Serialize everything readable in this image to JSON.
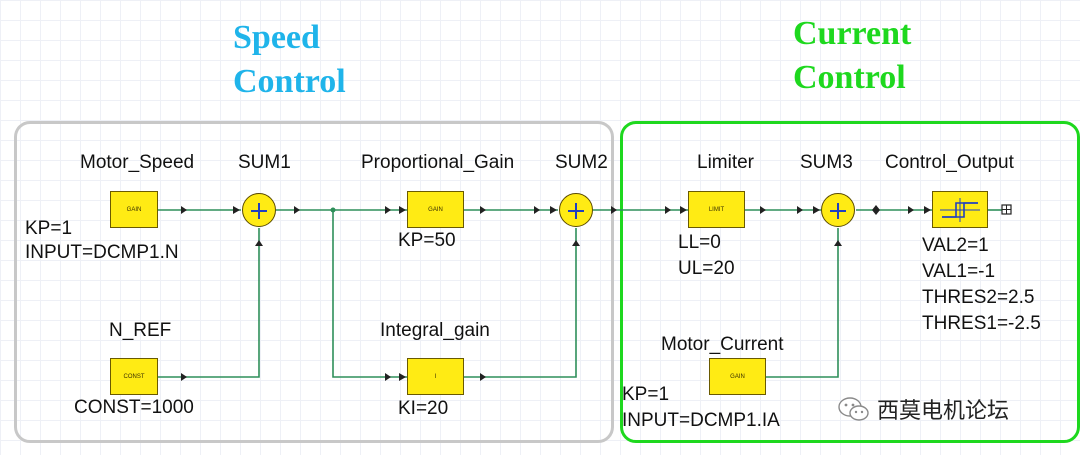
{
  "headings": {
    "speed_line1": "Speed",
    "speed_line2": "Control",
    "current_line1": "Current",
    "current_line2": "Control"
  },
  "blocks": {
    "motor_speed": {
      "name": "Motor_Speed",
      "icon": "GAIN",
      "params": [
        "KP=1",
        "INPUT=DCMP1.N"
      ]
    },
    "n_ref": {
      "name": "N_REF",
      "icon": "CONST",
      "params": [
        "CONST=1000"
      ]
    },
    "proportional_gain": {
      "name": "Proportional_Gain",
      "icon": "GAIN",
      "params": [
        "KP=50"
      ]
    },
    "integral_gain": {
      "name": "Integral_gain",
      "icon": "I",
      "params": [
        "KI=20"
      ]
    },
    "limiter": {
      "name": "Limiter",
      "icon": "LIMIT",
      "params": [
        "LL=0",
        "UL=20"
      ]
    },
    "motor_current": {
      "name": "Motor_Current",
      "icon": "GAIN",
      "params": [
        "KP=1",
        "INPUT=DCMP1.IA"
      ]
    },
    "control_output": {
      "name": "Control_Output",
      "icon": "hysteresis-comparator-icon",
      "params": [
        "VAL2=1",
        "VAL1=-1",
        "THRES2=2.5",
        "THRES1=-2.5"
      ]
    }
  },
  "sums": {
    "sum1": "SUM1",
    "sum2": "SUM2",
    "sum3": "SUM3"
  },
  "watermark": {
    "icon": "wechat-icon",
    "text": "西莫电机论坛"
  },
  "colors": {
    "speed_accent": "#1fb4ea",
    "current_accent": "#1ed81e",
    "block_fill": "#ffeb14",
    "wire": "#2f8f5a",
    "speed_border": "#c8c8c8"
  }
}
